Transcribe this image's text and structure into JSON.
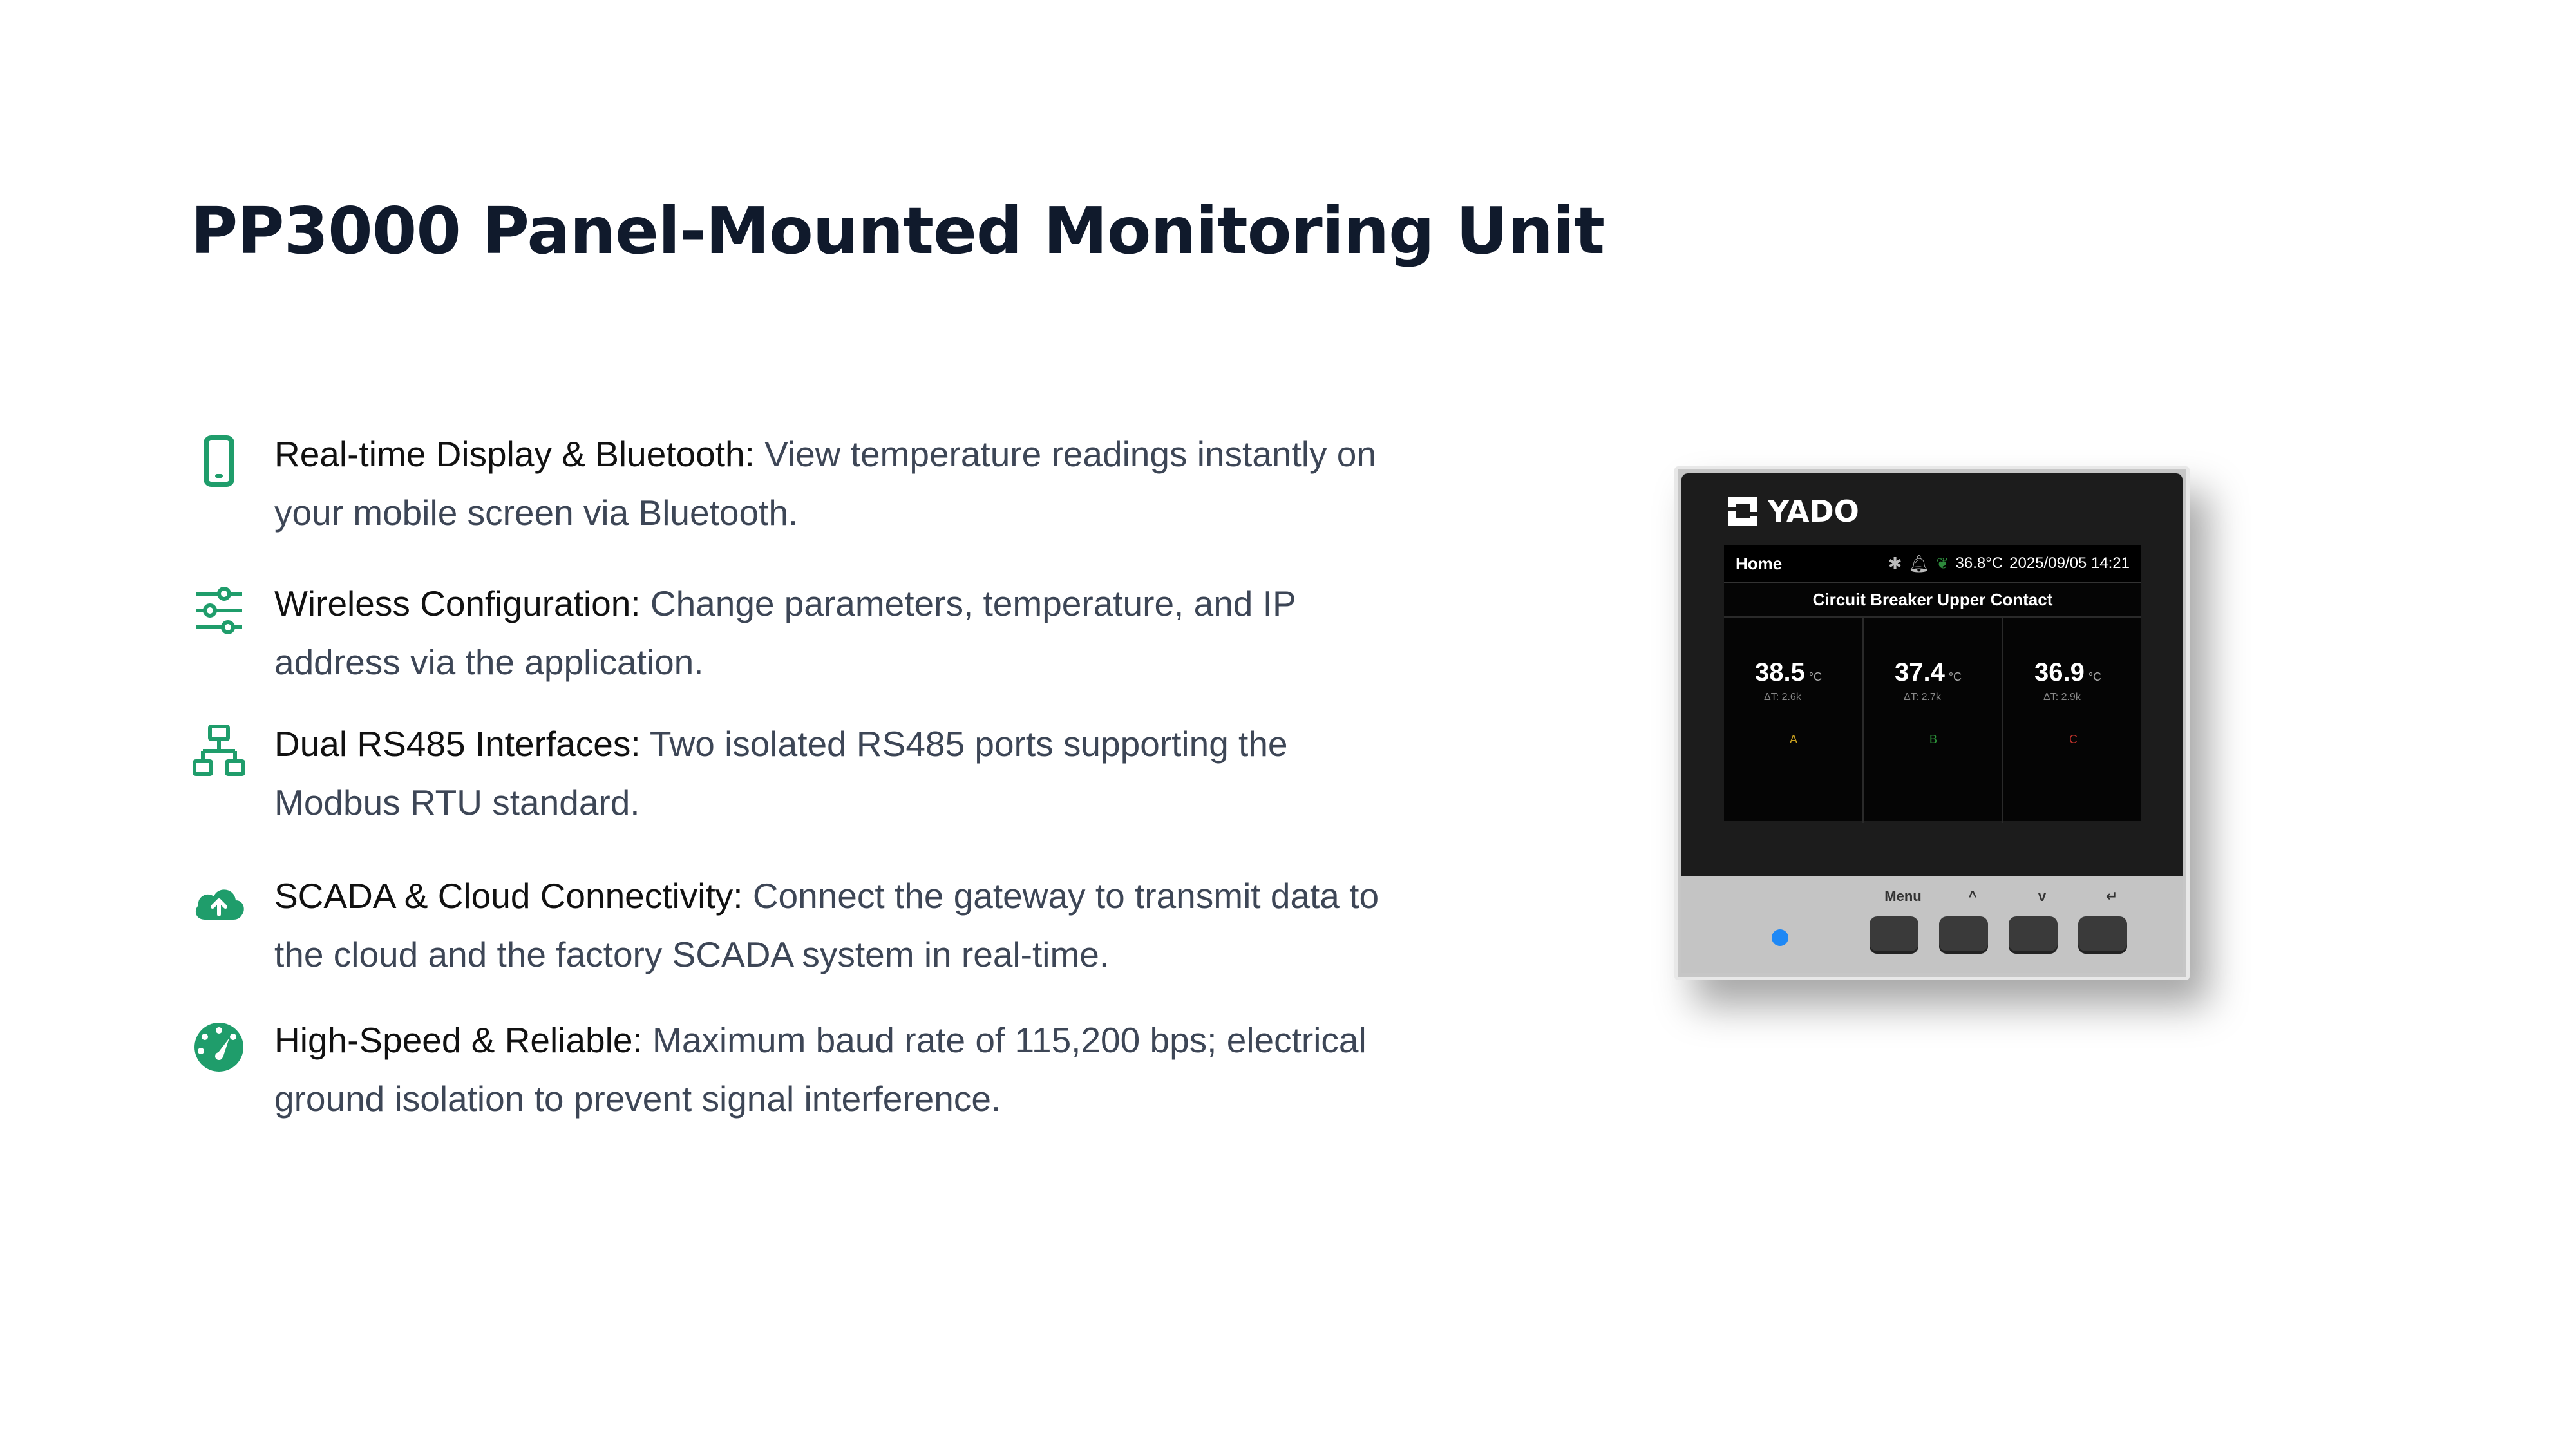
{
  "title": "PP3000 Panel-Mounted Monitoring Unit",
  "features": [
    {
      "icon": "mobile-phone-icon",
      "label": "Real-time Display & Bluetooth:",
      "text": " View temperature readings instantly on your mobile screen via Bluetooth."
    },
    {
      "icon": "sliders-icon",
      "label": "Wireless Configuration:",
      "text": " Change parameters, temperature, and IP address via the application."
    },
    {
      "icon": "network-icon",
      "label": "Dual RS485 Interfaces:",
      "text": " Two isolated RS485 ports supporting the Modbus RTU standard."
    },
    {
      "icon": "cloud-upload-icon",
      "label": "SCADA & Cloud Connectivity:",
      "text": " Connect the gateway to transmit data to the cloud and the factory SCADA system in real-time."
    },
    {
      "icon": "speedometer-icon",
      "label": "High-Speed & Reliable:",
      "text": " Maximum baud rate of 115,200 bps; electrical ground isolation to prevent signal interference."
    }
  ],
  "accent_color": "#1f9d6b",
  "device": {
    "brand": "YADO",
    "screen": {
      "home_label": "Home",
      "ambient_temp": "36.8°C",
      "datetime": "2025/09/05 14:21",
      "subtitle": "Circuit Breaker Upper Contact",
      "phases": [
        {
          "temp": "38.5",
          "unit": "°C",
          "delta": "ΔT: 2.6k",
          "letter": "A",
          "color": "#c8a020"
        },
        {
          "temp": "37.4",
          "unit": "°C",
          "delta": "ΔT: 2.7k",
          "letter": "B",
          "color": "#2e9a3c"
        },
        {
          "temp": "36.9",
          "unit": "°C",
          "delta": "ΔT: 2.9k",
          "letter": "C",
          "color": "#b8302a"
        }
      ]
    },
    "buttons": {
      "menu_label": "Menu",
      "up_label": "^",
      "down_label": "v",
      "enter_label": "↵"
    },
    "led_color": "#1e88f5"
  }
}
